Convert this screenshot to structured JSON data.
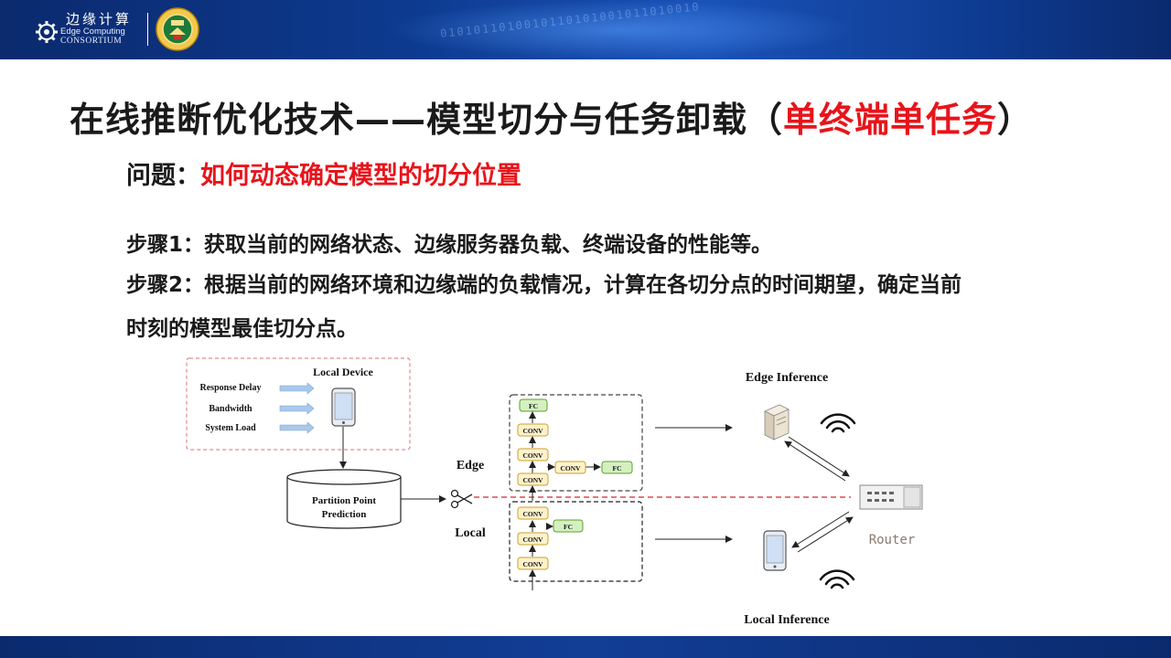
{
  "header": {
    "logo_cn": "边缘计算",
    "logo_en_line1": "Edge Computing",
    "logo_en_line2": "CONSORTIUM",
    "binary_decoration": "0101011010010110101001011010010"
  },
  "slide": {
    "title_main": "在线推断优化技术——模型切分与任务卸载（",
    "title_red": "单终端单任务",
    "title_end": "）",
    "question_label": "问题：",
    "question_text": "如何动态确定模型的切分位置",
    "step1": "步骤1：获取当前的网络状态、边缘服务器负载、终端设备的性能等。",
    "step2_line1": "步骤2：根据当前的网络环境和边缘端的负载情况，计算在各切分点的时间期望，确定当前",
    "step2_line2": "时刻的模型最佳切分点。"
  },
  "diagram": {
    "local_device_label": "Local Device",
    "inputs": [
      "Response Delay",
      "Bandwidth",
      "System Load"
    ],
    "prediction_line1": "Partition Point",
    "prediction_line2": "Prediction",
    "edge_label": "Edge",
    "local_label": "Local",
    "edge_blocks": {
      "fc_top": "FC",
      "conv": [
        "CONV",
        "CONV",
        "CONV"
      ],
      "branch_conv": "CONV",
      "branch_fc": "FC"
    },
    "local_blocks": {
      "conv": [
        "CONV",
        "CONV",
        "CONV"
      ],
      "branch_fc": "FC"
    },
    "edge_inference_label": "Edge Inference",
    "local_inference_label": "Local Inference",
    "router_label": "Router",
    "colors": {
      "conv_fill": "#fff2cc",
      "conv_stroke": "#c9a227",
      "fc_fill": "#d5f0c0",
      "fc_stroke": "#5aa02c",
      "dashed_red": "#e0484c",
      "arrow_blue": "#a9c8ea"
    }
  }
}
